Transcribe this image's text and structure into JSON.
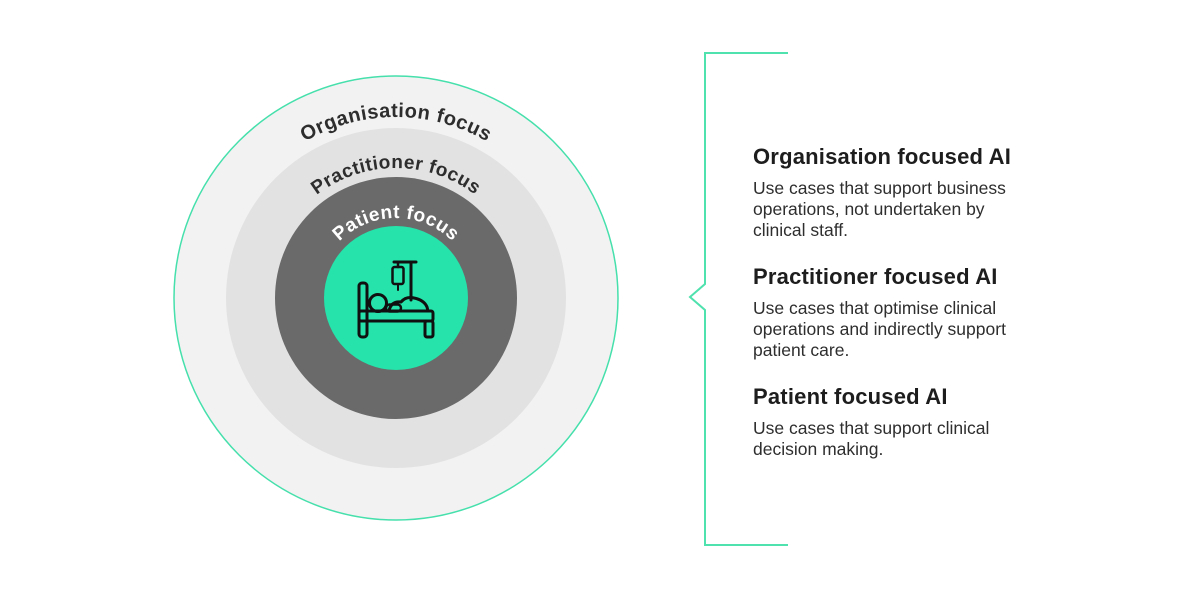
{
  "diagram": {
    "rings": [
      {
        "label": "Organisation focus",
        "fill": "#f2f2f2",
        "text_color": "#2d2d2d"
      },
      {
        "label": "Practitioner focus",
        "fill": "#e2e2e2",
        "text_color": "#2d2d2d"
      },
      {
        "label": "Patient focus",
        "fill": "#6a6a6a",
        "text_color": "#ffffff"
      }
    ],
    "center": {
      "fill": "#25e3aa",
      "icon": "patient-in-bed-icon",
      "icon_stroke": "#101010"
    },
    "outer_border_color": "#45e0ab"
  },
  "bracket": {
    "icon": "curly-bracket-icon",
    "color": "#4fe1ae"
  },
  "panel": {
    "sections": [
      {
        "heading": "Organisation focused AI",
        "body": "Use cases that support business operations, not undertaken by clinical staff."
      },
      {
        "heading": "Practitioner focused AI",
        "body": "Use cases that optimise clinical operations and indirectly support patient care."
      },
      {
        "heading": "Patient focused AI",
        "body": "Use cases that support clinical decision making."
      }
    ]
  }
}
